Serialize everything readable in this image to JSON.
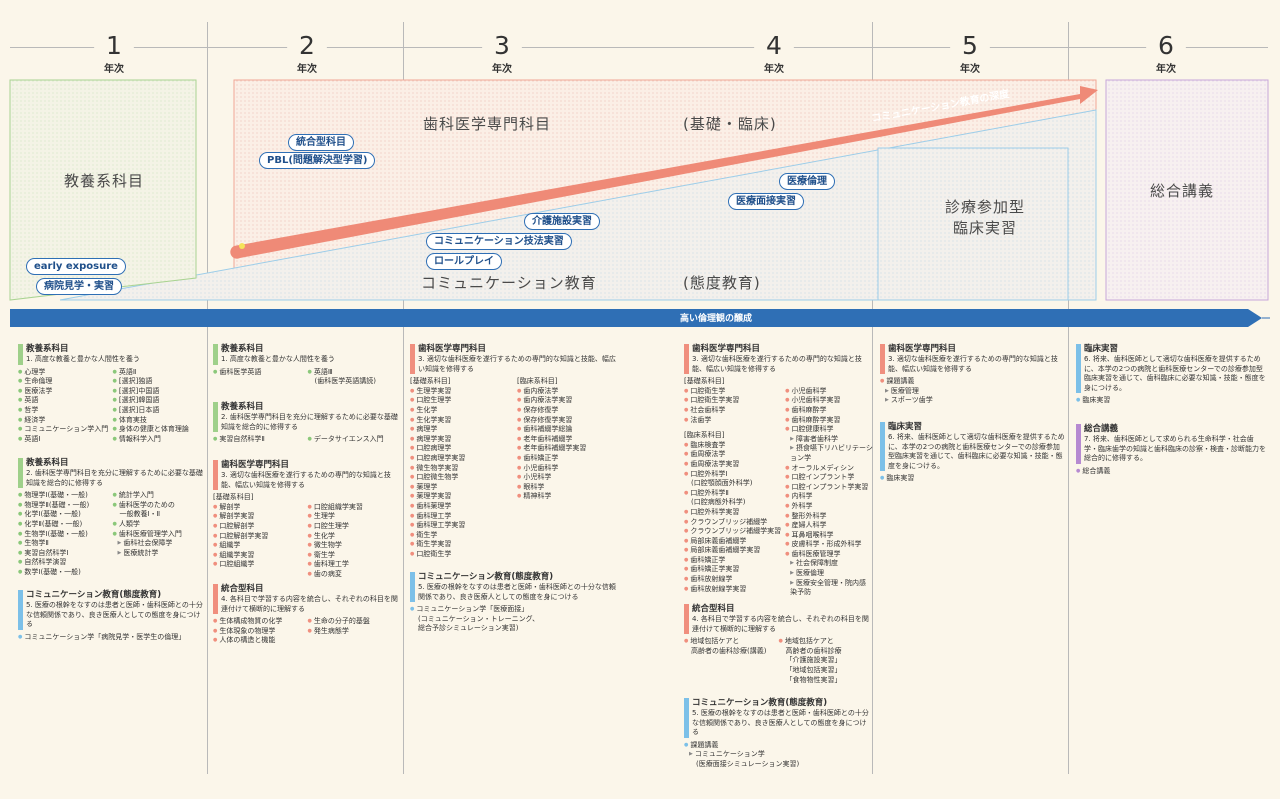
{
  "years": [
    {
      "num": "1",
      "label": "年次"
    },
    {
      "num": "2",
      "label": "年次"
    },
    {
      "num": "3",
      "label": "年次"
    },
    {
      "num": "4",
      "label": "年次"
    },
    {
      "num": "5",
      "label": "年次"
    },
    {
      "num": "6",
      "label": "年次"
    }
  ],
  "diagram": {
    "kyoyo": "教養系科目",
    "senmon": "歯科医学専門科目",
    "kiso_rinsho": "(基礎・臨床)",
    "comm_edu": "コミュニケーション教育",
    "taido": "(態度教育)",
    "clinical": [
      "診療参加型",
      "臨床実習"
    ],
    "sogo": "総合講義",
    "depth_arrow": "コミュニケーション教育の深度",
    "ethics_arrow": "高い倫理観の醸成",
    "pills": {
      "togo": "統合型科目",
      "pbl": "PBL(問題解決型学習)",
      "early": "early exposure",
      "byoin": "病院見学・実習",
      "iryo_rinri": "医療倫理",
      "iryo_mensetsu": "医療面接実習",
      "kaigo": "介護施設実習",
      "comm_giho": "コミュニケーション技法実習",
      "roleplay": "ロールプレイ"
    },
    "colors": {
      "pink": "#f08f7e",
      "green": "#9fd08a",
      "blue": "#7cc0e8",
      "purple": "#b68ad1",
      "arrow_blue": "#2f6fb5"
    }
  },
  "col1": {
    "s1_title": "教養系科目",
    "s1_desc": "1. 高度な教養と豊かな人間性を養う",
    "s1_left": [
      "心理学",
      "生命倫理",
      "医療法学",
      "英語",
      "哲学",
      "経済学",
      "コミュニケーション学入門",
      "英語Ⅰ"
    ],
    "s1_right": [
      "英語Ⅱ",
      "[選択]独語",
      "[選択]中国語",
      "[選択]韓国語",
      "[選択]日本語",
      "体育実技",
      "身体の健康と体育理論",
      "情報科学入門"
    ],
    "s2_title": "教養系科目",
    "s2_desc": "2. 歯科医学専門科目を充分に理解するために必要な基礎知識を総合的に修得する",
    "s2_left": [
      "物理学Ⅰ(基礎・一般)",
      "物理学Ⅱ(基礎・一般)",
      "化学Ⅰ(基礎・一般)",
      "化学Ⅱ(基礎・一般)",
      "生物学Ⅰ(基礎・一般)",
      "生物学Ⅱ",
      "実習自然科学Ⅰ",
      "自然科学演習",
      "数学Ⅰ(基礎・一般)"
    ],
    "s2_right": [
      "統計学入門",
      "歯科医学のための",
      "一般教養Ⅰ・Ⅱ",
      "人類学",
      "歯科医療管理学入門"
    ],
    "s2_right_sub": [
      "歯科社会保障学",
      "医療統計学"
    ],
    "s3_title": "コミュニケーション教育(態度教育)",
    "s3_desc": "5. 医療の根幹をなすのは患者と医師・歯科医師との十分な信頼関係であり、良き医療人としての態度を身につける",
    "s3_item": "コミュニケーション学「病院見学・医学生の倫理」"
  },
  "col2": {
    "s1_title": "教養系科目",
    "s1_desc": "1. 高度な教養と豊かな人間性を養う",
    "s1_left": "歯科医学英語",
    "s1_right": [
      "英語Ⅲ",
      "(歯科医学英語講読)"
    ],
    "s2_title": "教養系科目",
    "s2_desc": "2. 歯科医学専門科目を充分に理解するために必要な基礎知識を総合的に修得する",
    "s2_left": "実習自然科学Ⅱ",
    "s2_right": "データサイエンス入門",
    "s3_title": "歯科医学専門科目",
    "s3_desc": "3. 適切な歯科医療を遂行するための専門的な知識と技能、幅広い知識を修得する",
    "s3_head": "[基礎系科目]",
    "s3_left": [
      "解剖学",
      "解剖学実習",
      "口腔解剖学",
      "口腔解剖学実習",
      "組織学",
      "組織学実習",
      "口腔組織学"
    ],
    "s3_right": [
      "口腔組織学実習",
      "生理学",
      "口腔生理学",
      "生化学",
      "微生物学",
      "衛生学",
      "歯科理工学",
      "歯の病変"
    ],
    "s4_title": "統合型科目",
    "s4_desc": "4. 各科目で学習する内容を統合し、それぞれの科目を関連付けて横断的に理解する",
    "s4_left": [
      "生体構成物質の化学",
      "生体現象の物理学",
      "人体の構造と機能"
    ],
    "s4_right": [
      "生命の分子的基盤",
      "発生病態学"
    ]
  },
  "col3": {
    "s1_title": "歯科医学専門科目",
    "s1_desc": "3. 適切な歯科医療を遂行するための専門的な知識と技能、幅広い知識を修得する",
    "s1_head_l": "[基礎系科目]",
    "s1_head_r": "[臨床系科目]",
    "s1_left": [
      "生理学実習",
      "口腔生理学",
      "生化学",
      "生化学実習",
      "病理学",
      "病理学実習",
      "口腔病理学",
      "口腔病理学実習",
      "微生物学実習",
      "口腔微生物学",
      "薬理学",
      "薬理学実習",
      "歯科薬理学",
      "歯科理工学",
      "歯科理工学実習",
      "衛生学",
      "衛生学実習",
      "口腔衛生学"
    ],
    "s1_right": [
      "歯内療法学",
      "歯内療法学実習",
      "保存修復学",
      "保存修復学実習",
      "歯科補綴学総論",
      "老年歯科補綴学",
      "老年歯科補綴学実習",
      "歯科矯正学",
      "小児歯科学",
      "小児科学",
      "眼科学",
      "精神科学"
    ],
    "s2_title": "コミュニケーション教育(態度教育)",
    "s2_desc": "5. 医療の根幹をなすのは患者と医師・歯科医師との十分な信頼関係であり、良き医療人としての態度を身につける",
    "s2_item": "コミュニケーション学「医療面接」",
    "s2_sub": [
      "(コミュニケーション・トレーニング、",
      "総合予診シミュレーション実習)"
    ]
  },
  "col4": {
    "s1_title": "歯科医学専門科目",
    "s1_desc": "3. 適切な歯科医療を遂行するための専門的な知識と技能、幅広い知識を修得する",
    "s1_head_l": "[基礎系科目]",
    "s1_left_a": [
      "口腔衛生学",
      "口腔衛生学実習",
      "社会歯科学",
      "法歯学"
    ],
    "s1_head_l2": "[臨床系科目]",
    "s1_left_b": [
      "臨床検査学",
      "歯周療法学",
      "歯周療法学実習",
      "口腔外科学Ⅰ",
      "(口腔顎顔面外科学)",
      "口腔外科学Ⅱ",
      "(口腔病態外科学)",
      "口腔外科学実習",
      "クラウンブリッジ補綴学",
      "クラウンブリッジ補綴学実習",
      "局部床義歯補綴学",
      "局部床義歯補綴学実習",
      "歯科矯正学",
      "歯科矯正学実習",
      "歯科放射線学",
      "歯科放射線学実習"
    ],
    "s1_right": [
      "小児歯科学",
      "小児歯科学実習",
      "歯科麻酔学",
      "歯科麻酔学実習",
      "口腔健康科学"
    ],
    "s1_right_sub": [
      "障害者歯科学",
      "摂食嚥下リハビリテーション学"
    ],
    "s1_right2": [
      "オーラルメディシン",
      "口腔インプラント学",
      "口腔インプラント学実習",
      "内科学",
      "外科学",
      "整形外科学",
      "産婦人科学",
      "耳鼻咽喉科学",
      "皮膚科学・形成外科学",
      "歯科医療管理学"
    ],
    "s1_right2_sub": [
      "社会保障制度",
      "医療倫理",
      "医療安全管理・院内感染予防"
    ],
    "s2_title": "統合型科目",
    "s2_desc": "4. 各科目で学習する内容を統合し、それぞれの科目を関連付けて横断的に理解する",
    "s2_left": [
      "地域包括ケアと",
      "高齢者の歯科診療(講義)"
    ],
    "s2_right": [
      "地域包括ケアと",
      "高齢者の歯科診療",
      "「介護施設実習」",
      "「地域包括実習」",
      "「食物物性実習」"
    ],
    "s3_title": "コミュニケーション教育(態度教育)",
    "s3_desc": "5. 医療の根幹をなすのは患者と医師・歯科医師との十分な信頼関係であり、良き医療人としての態度を身につける",
    "s3_item": "課題講義",
    "s3_sub": "コミュニケーション学",
    "s3_sub2": "(医療面接シミュレーション実習)"
  },
  "col5": {
    "s1_title": "歯科医学専門科目",
    "s1_desc": "3. 適切な歯科医療を遂行するための専門的な知識と技能、幅広い知識を修得する",
    "s1_item": "課題講義",
    "s1_sub": [
      "医療管理",
      "スポーツ歯学"
    ],
    "s2_title": "臨床実習",
    "s2_desc": "6. 将来、歯科医師として適切な歯科医療を提供するために、本学の2つの病院と歯科医療センターでの診療参加型臨床実習を通じて、歯科臨床に必要な知識・技能・態度を身につける。",
    "s2_item": "臨床実習"
  },
  "col6": {
    "s1_title": "臨床実習",
    "s1_desc": "6. 将来、歯科医師として適切な歯科医療を提供するために、本学の2つの病院と歯科医療センターでの診療参加型臨床実習を通じて、歯科臨床に必要な知識・技能・態度を身につける。",
    "s1_item": "臨床実習",
    "s2_title": "総合講義",
    "s2_desc": "7. 将来、歯科医師として求められる生命科学・社会歯学・臨床歯学の知識と歯科臨床の診察・検査・診断能力を総合的に修得する。",
    "s2_item": "総合講義"
  }
}
